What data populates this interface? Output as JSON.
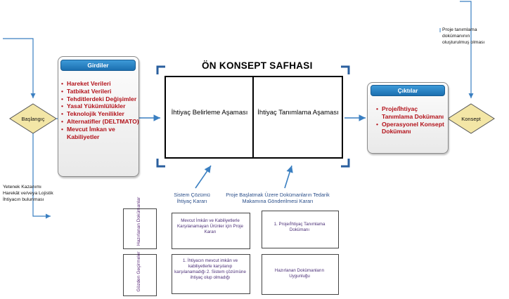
{
  "diagram": {
    "start_label": "Başlangıç",
    "end_label": "Konsept",
    "inputs": {
      "title": "Girdiler",
      "items": [
        "Hareket Verileri",
        "Tatbikat Verileri",
        "Tehditlerdeki Değişimler",
        "Yasal Yükümlülükler",
        "Teknolojik Yenilikler",
        "Alternatifler (DELTMATO)",
        "Mevcut İmkan ve Kabiliyetler"
      ]
    },
    "outputs": {
      "title": "Çıktılar",
      "items": [
        "Proje/İhtiyaç Tanımlama Dokümanı",
        "Operasyonel Konsept Dokümanı"
      ]
    },
    "phase_title": "ÖN KONSEPT SAFHASI",
    "phase_left": "İhtiyaç Belirleme Aşaması",
    "phase_right": "İhtiyaç Tanımlama Aşaması",
    "decision_left": "Sistem Çözümü İhtiyaç Kararı",
    "decision_right": "Proje Başlatmak Üzere Dokümanların Tedarik Makamına Gönderilmesi Kararı",
    "left_note": [
      "Yetenek Kazanımı",
      "Harekât ve/veya Lojistik",
      "İhtiyacın bulunması"
    ],
    "top_right_note": [
      "Proje tanımlama",
      "dokümanının",
      "oluşturulmuş olması"
    ],
    "table": {
      "row1_header": "Hazırlanan Dokümanlar",
      "row2_header": "Gözden Geçirmeler",
      "r1c1": "Mevcut İmkân ve Kabiliyetlerle Karşılanamayan Ürünler için Proje Kararı",
      "r1c2": "1. Proje/İhtiyaç Tanımlama Dokümanı",
      "r2c1": "1. İhtiyacın mevcut imkân ve kabiliyetlerle karşılanıp karşılanamadığı 2. Sistem çözümüne ihtiyaç olup olmadığı",
      "r2c2": "Hazırlanan Dokümanların Uygunluğu"
    },
    "colors": {
      "header_blue": "#1b6fb0",
      "list_red": "#b3131b",
      "connector": "#3a7fc1",
      "diamond": "#f3e6a6",
      "table_text": "#4b2f77"
    }
  }
}
